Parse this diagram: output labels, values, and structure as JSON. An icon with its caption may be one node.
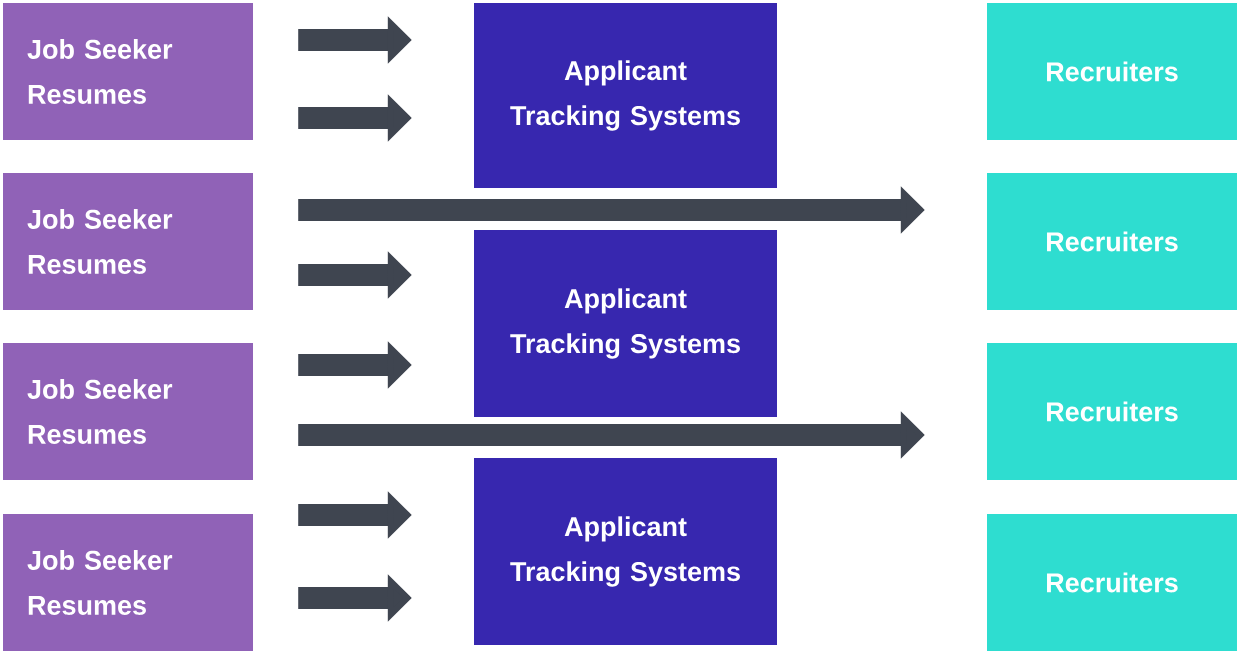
{
  "diagram": {
    "nodes": [
      {
        "text": [
          "Job Seeker Resumes"
        ]
      },
      {
        "text": [
          "Job Seeker Resumes"
        ]
      },
      {
        "text": [
          "Job Seeker Resumes"
        ]
      },
      {
        "text": [
          "Job Seeker Resumes"
        ]
      },
      {
        "text": [
          "Applicant Tracking Systems"
        ]
      },
      {
        "text": [
          "Applicant Tracking Systems"
        ]
      },
      {
        "text": [
          "Applicant Tracking Systems"
        ]
      },
      {
        "text": [
          "Recruiters"
        ]
      },
      {
        "text": [
          "Recruiters"
        ]
      },
      {
        "text": [
          "Recruiters"
        ]
      },
      {
        "text": [
          "Recruiters"
        ]
      }
    ],
    "edges": [
      {
        "from": 0,
        "to": 4,
        "arrow": "to"
      },
      {
        "from": 0,
        "to": 4,
        "arrow": "to"
      },
      {
        "from": 1,
        "to": 8,
        "arrow": "to"
      },
      {
        "from": 1,
        "to": 5,
        "arrow": "to"
      },
      {
        "from": 2,
        "to": 5,
        "arrow": "to"
      },
      {
        "from": 2,
        "to": 9,
        "arrow": "to"
      },
      {
        "from": 3,
        "to": 6,
        "arrow": "to"
      },
      {
        "from": 3,
        "to": 6,
        "arrow": "to"
      }
    ]
  }
}
